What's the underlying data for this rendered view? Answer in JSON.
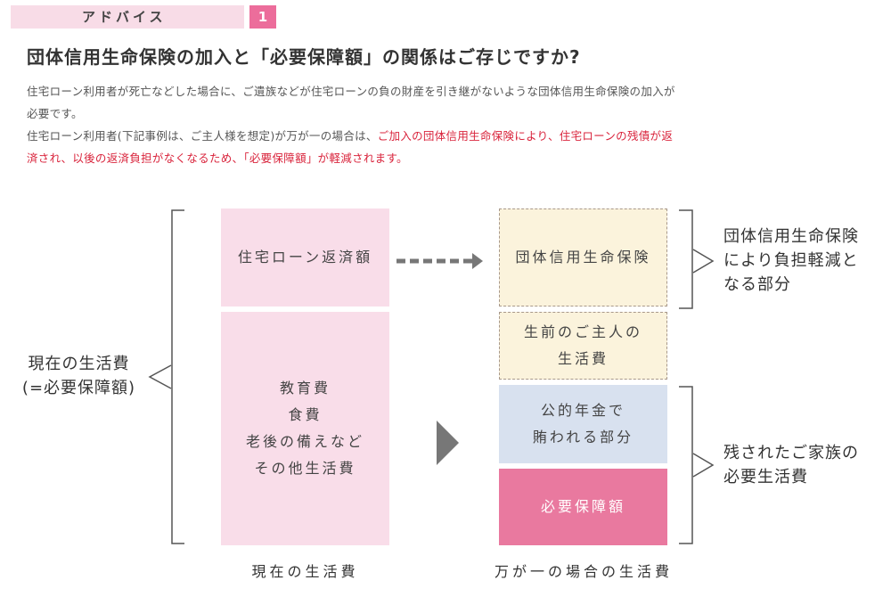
{
  "header": {
    "tag_label": "アドバイス",
    "tag_number": "1"
  },
  "title": "団体信用生命保険の加入と「必要保障額」の関係はご存じですか?",
  "paragraphs": {
    "p1_line1": "住宅ローン利用者が死亡などした場合に、ご遺族などが住宅ローンの負の財産を引き継がないような団体信用生命保険の加入が",
    "p1_line2": "必要です。",
    "p2_line1_plain": "住宅ローン利用者(下記事例は、ご主人様を想定)が万が一の場合は、",
    "p2_line1_red": "ご加入の団体信用生命保険により、住宅ローンの残債が返",
    "p2_line2_red": "済され、以後の返済負担がなくなるため、「必要保障額」が軽減されます。"
  },
  "diagram": {
    "left_label_line1": "現在の生活費",
    "left_label_line2": "(=必要保障額)",
    "current_boxes": {
      "loan": "住宅ローン返済額",
      "living_line1": "教育費",
      "living_line2": "食費",
      "living_line3": "老後の備えなど",
      "living_line4": "その他生活費"
    },
    "future_boxes": {
      "insurance": "団体信用生命保険",
      "husband_line1": "生前のご主人の",
      "husband_line2": "生活費",
      "pension_line1": "公的年金で",
      "pension_line2": "賄われる部分",
      "required": "必要保障額"
    },
    "right_labels": {
      "reduced_line1": "団体信用生命保険",
      "reduced_line2": "により負担軽減と",
      "reduced_line3": "なる部分",
      "family_line1": "残されたご家族の",
      "family_line2": "必要生活費"
    },
    "captions": {
      "current": "現在の生活費",
      "emergency": "万が一の場合の生活費"
    },
    "colors": {
      "tag_bg": "#f8dce7",
      "tag_number_bg": "#ec6d9b",
      "current_box": "#f9dde9",
      "insurance_box": "#fbf3dc",
      "pension_box": "#d8e1ef",
      "required_box": "#e9799f",
      "highlight_text": "#d9243c",
      "arrow": "#777777"
    }
  }
}
